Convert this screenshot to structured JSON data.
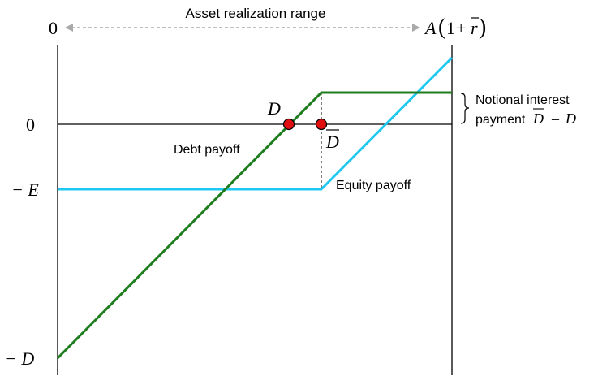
{
  "header": {
    "range_label": "Asset realization range",
    "left_end": "0",
    "right_end_A": "A",
    "right_end_paren_open": "(",
    "right_end_one": "1",
    "right_end_plus": "+",
    "right_end_r": "r",
    "right_end_paren_close": ")"
  },
  "y_axis": {
    "zero": "0",
    "minus_E": "− E",
    "minus_D": "− D"
  },
  "points": {
    "D_label": "D",
    "Dbar_label": "D"
  },
  "labels": {
    "debt_payoff": "Debt payoff",
    "equity_payoff": "Equity payoff",
    "notional_line1": "Notional interest",
    "notional_line2_prefix": "payment",
    "notional_Dbar": "D",
    "notional_minus": "–",
    "notional_D": "D"
  },
  "colors": {
    "debt": "#1e7d1e",
    "equity": "#1ec8f0",
    "marker_fill": "#e01010",
    "axis": "#000000",
    "range_arrow": "#aaaaaa"
  }
}
